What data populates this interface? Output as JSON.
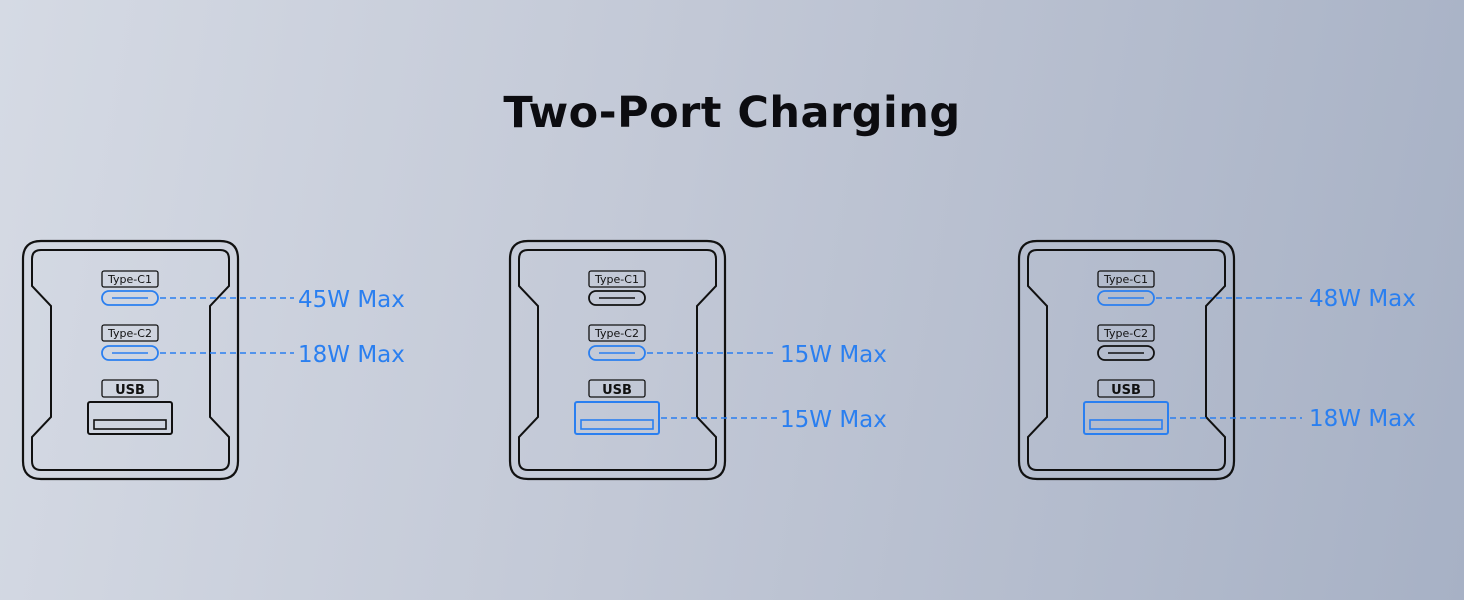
{
  "title": "Two-Port Charging",
  "colors": {
    "active": "#2a7ff0",
    "inactive": "#111111"
  },
  "chargers": [
    {
      "ports": [
        {
          "label": "Type-C1",
          "active": true,
          "watt": "45W Max"
        },
        {
          "label": "Type-C2",
          "active": true,
          "watt": "18W Max"
        },
        {
          "label": "USB",
          "active": false,
          "watt": ""
        }
      ]
    },
    {
      "ports": [
        {
          "label": "Type-C1",
          "active": false,
          "watt": ""
        },
        {
          "label": "Type-C2",
          "active": true,
          "watt": "15W Max"
        },
        {
          "label": "USB",
          "active": true,
          "watt": "15W Max"
        }
      ]
    },
    {
      "ports": [
        {
          "label": "Type-C1",
          "active": true,
          "watt": "48W Max"
        },
        {
          "label": "Type-C2",
          "active": false,
          "watt": ""
        },
        {
          "label": "USB",
          "active": true,
          "watt": "18W Max"
        }
      ]
    }
  ]
}
